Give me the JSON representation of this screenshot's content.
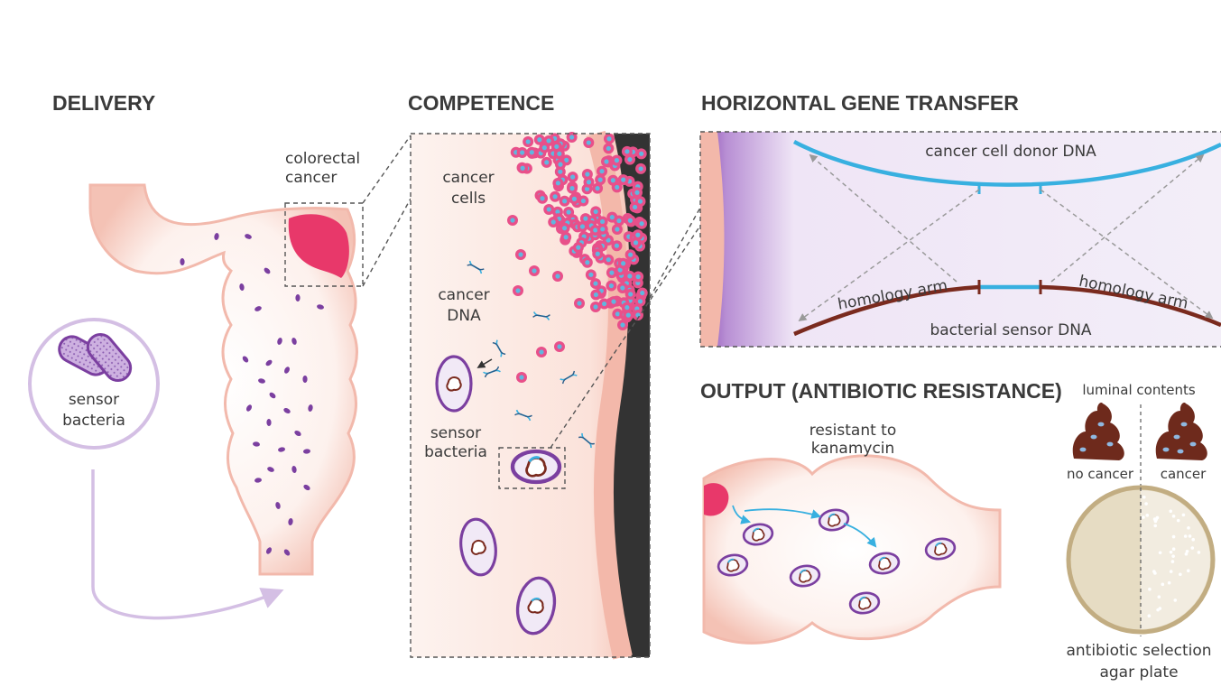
{
  "sections": {
    "delivery": "DELIVERY",
    "competence": "COMPETENCE",
    "hgt": "HORIZONTAL GENE TRANSFER",
    "output": "OUTPUT (ANTIBIOTIC RESISTANCE)"
  },
  "labels": {
    "colorectal_line1": "colorectal",
    "colorectal_line2": "cancer",
    "sensor_line1": "sensor",
    "sensor_line2": "bacteria",
    "cancer_cells_line1": "cancer",
    "cancer_cells_line2": "cells",
    "cancer_dna_line1": "cancer",
    "cancer_dna_line2": "DNA",
    "sensor_bact2_line1": "sensor",
    "sensor_bact2_line2": "bacteria",
    "donor_dna": "cancer cell donor DNA",
    "homology_left": "homology arm",
    "homology_right": "homology arm",
    "sensor_dna": "bacterial sensor DNA",
    "resistant_line1": "resistant to",
    "resistant_line2": "kanamycin",
    "luminal": "luminal contents",
    "no_cancer": "no cancer",
    "cancer": "cancer",
    "plate_line1": "antibiotic selection",
    "plate_line2": "agar plate"
  },
  "colors": {
    "tissue": "#fbe3dc",
    "tissue_edge": "#f2b9ac",
    "tumor": "#e8386a",
    "bacteria": "#7b3fa0",
    "donor_dna": "#38b0e0",
    "sensor_dna": "#7a2a1e",
    "plate": "#ece3cf"
  }
}
